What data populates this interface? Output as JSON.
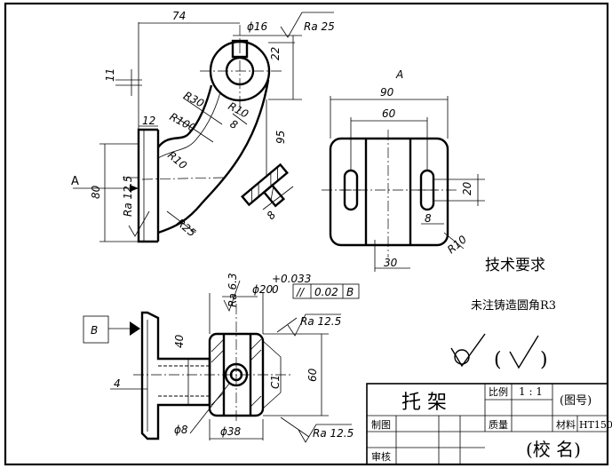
{
  "dimensions": {
    "d74": "74",
    "phi16": "ϕ16",
    "ra25": "Ra 25",
    "d22": "22",
    "d11": "11",
    "r30": "R30",
    "r100": "R100",
    "r10a": "R10",
    "r10b": "R10",
    "d8a": "8",
    "d12": "12",
    "d95": "95",
    "d80": "80",
    "ra125a": "Ra 12.5",
    "r25": "R25",
    "d8b": "8",
    "d90": "90",
    "d60a": "60",
    "d20": "20",
    "d8c": "8",
    "r10c": "R10",
    "d30": "30",
    "phi20": "ϕ20",
    "tol_upper": "+0.033",
    "tol_lower": "0",
    "ra63": "Ra 6.3",
    "ra125b": "Ra 12.5",
    "d40": "40",
    "d60b": "60",
    "c1": "C1",
    "d4": "4",
    "phi8": "ϕ8",
    "phi38": "ϕ38",
    "ra125c": "Ra 12.5"
  },
  "labels": {
    "view_a_top": "A",
    "view_a_arrow": "A",
    "datum_b": "B",
    "gtol_symbol": "//",
    "gtol_value": "0.02",
    "gtol_datum": "B"
  },
  "notes": {
    "tech_title": "技术要求",
    "tech_line1": "未注铸造圆角R3",
    "roughness_rest_open": "(",
    "roughness_rest_close": ")"
  },
  "title_block": {
    "part_name": "托 架",
    "scale_label": "比例",
    "scale_value": "1 : 1",
    "drawing_no": "(图号)",
    "drawn_label": "制图",
    "quantity_label": "质量",
    "material_label": "材料",
    "material_value": "HT150",
    "checked_label": "审核",
    "school": "(校 名)"
  }
}
